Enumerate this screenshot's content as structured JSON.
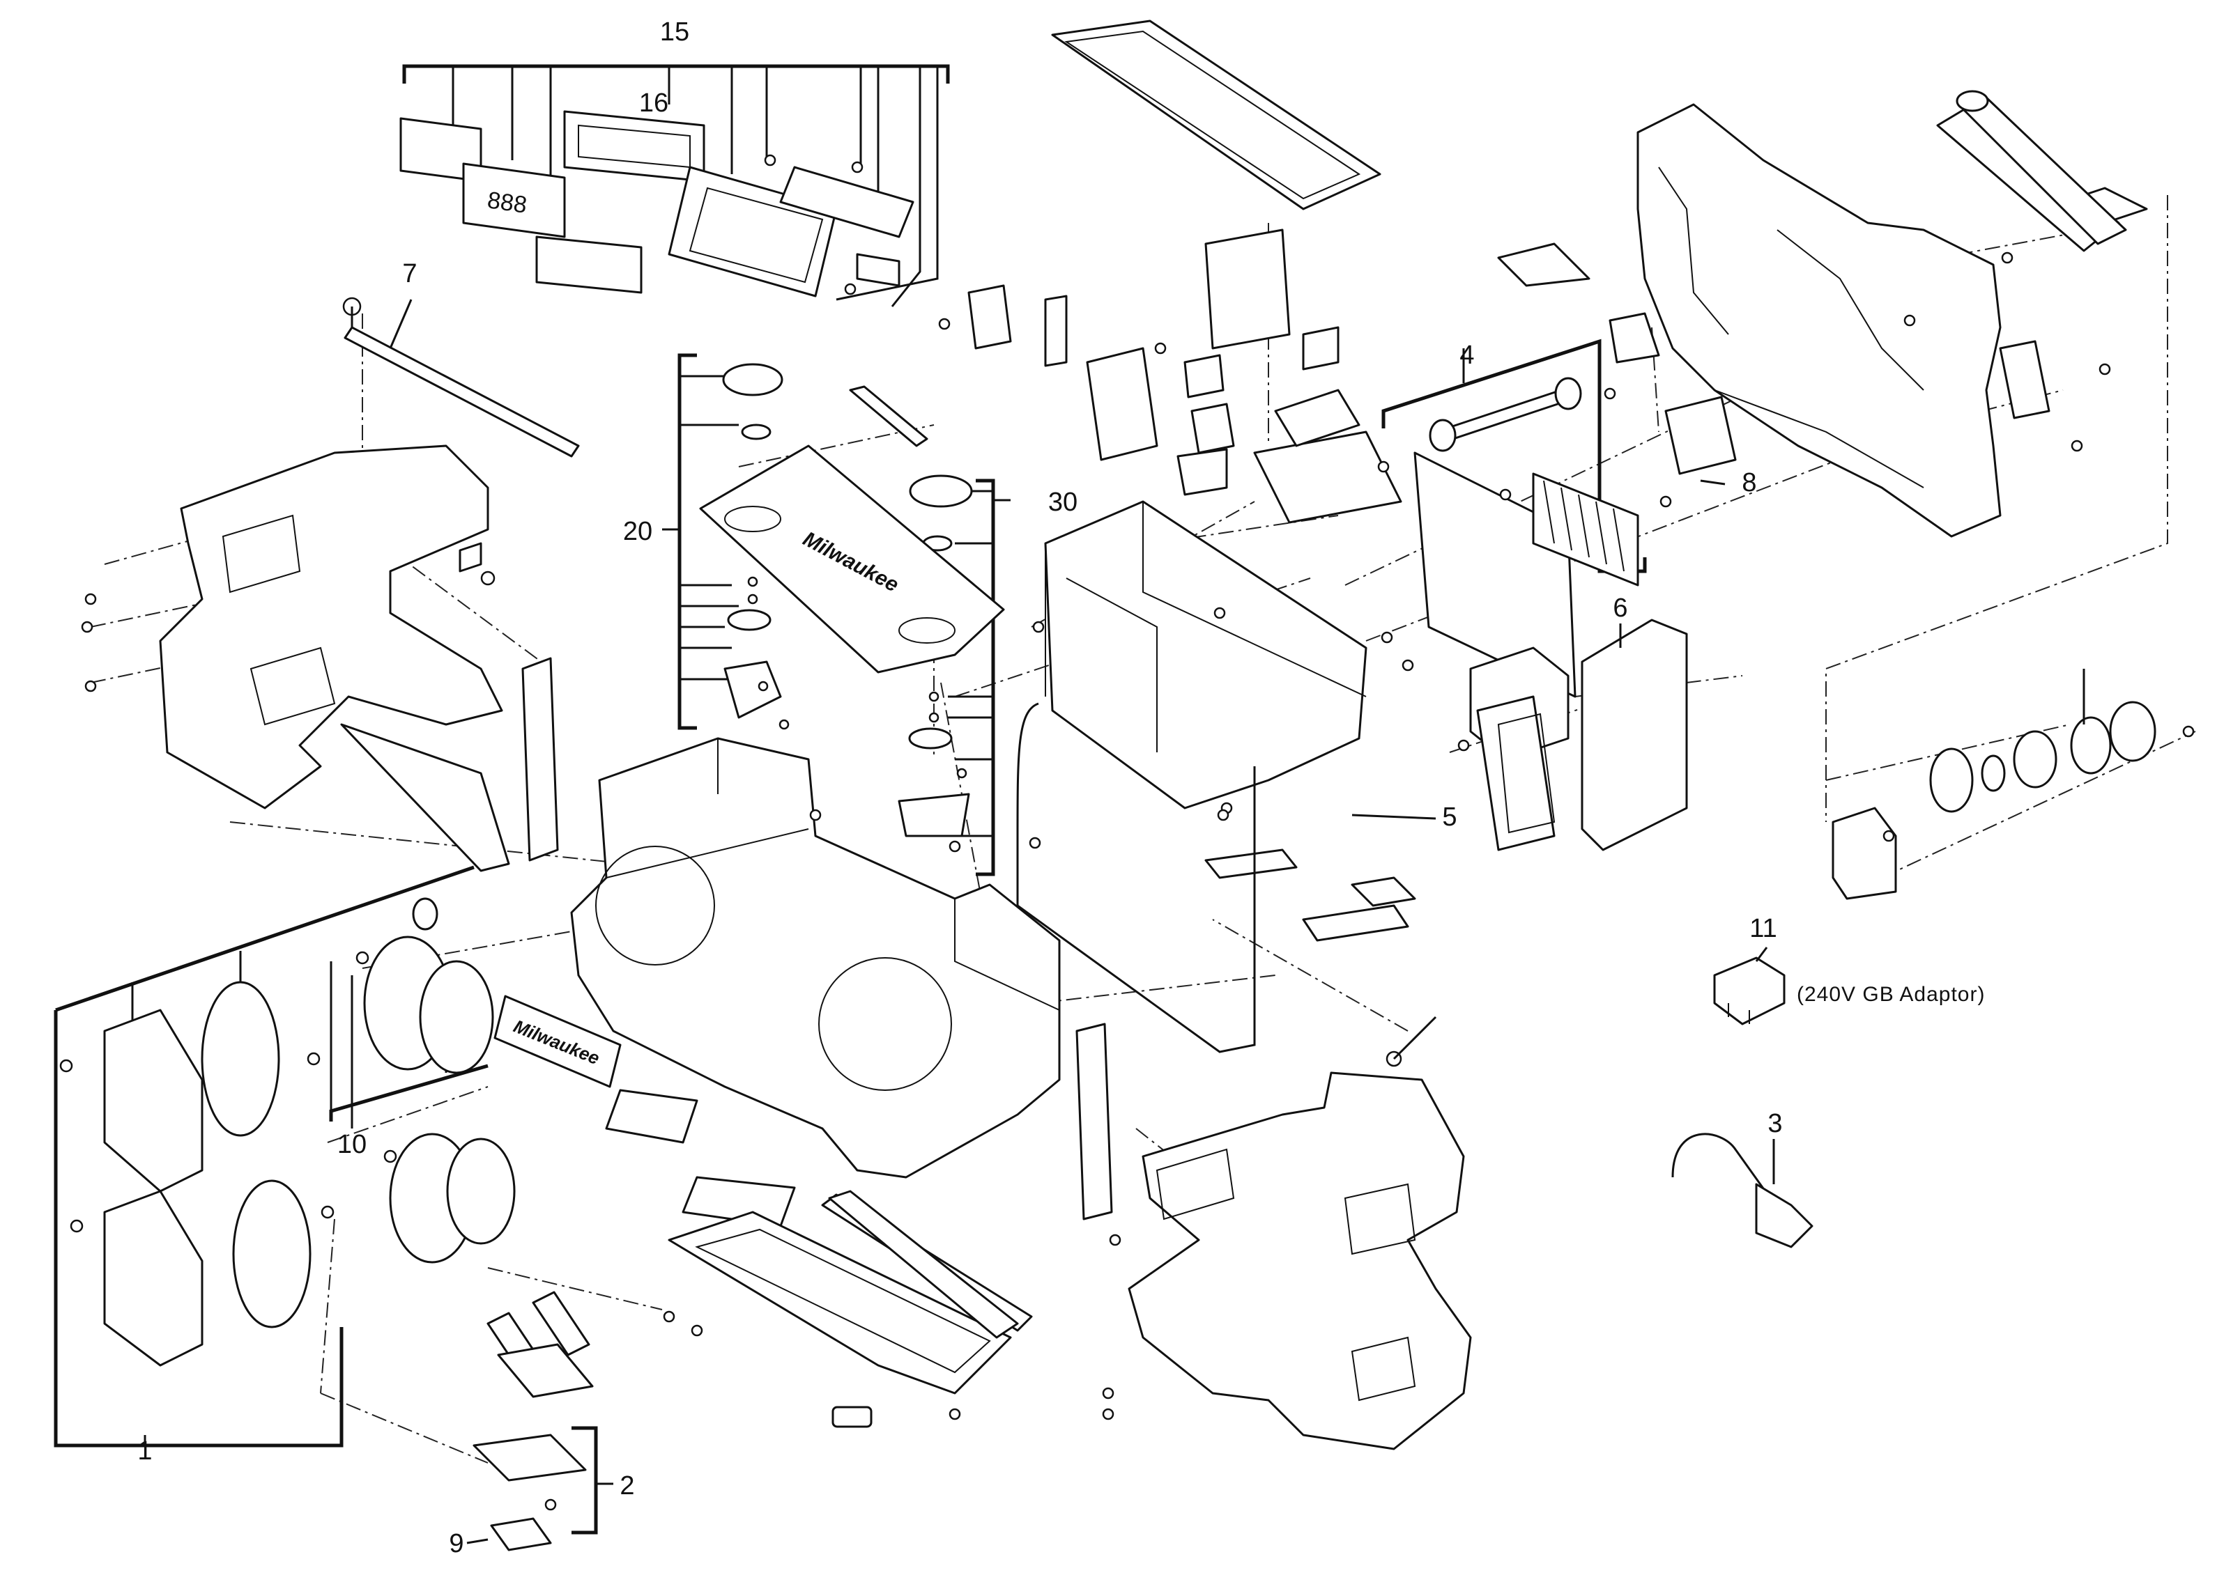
{
  "diagram": {
    "callouts": {
      "c1": "1",
      "c2": "2",
      "c3": "3",
      "c4": "4",
      "c5": "5",
      "c6": "6",
      "c7": "7",
      "c8": "8",
      "c9": "9",
      "c10": "10",
      "c11": "11",
      "c15": "15",
      "c16": "16",
      "c20": "20",
      "c30": "30"
    },
    "adaptor_note": "(240V GB Adaptor)",
    "display_digits": "888",
    "brand_text": "Milwaukee"
  }
}
